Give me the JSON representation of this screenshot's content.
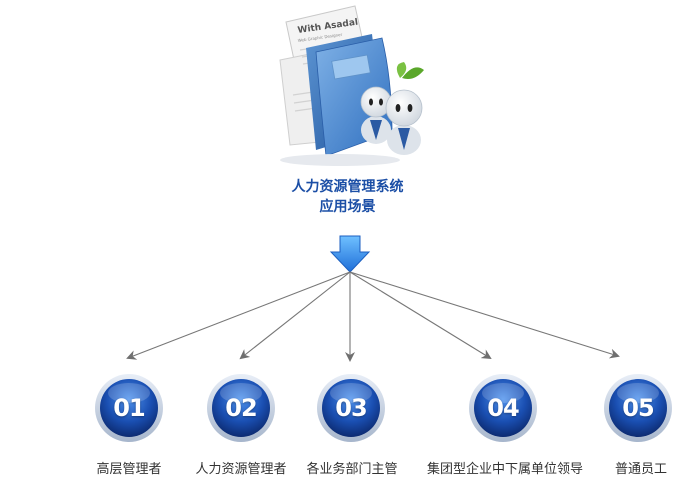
{
  "header": {
    "folder_text_line1": "With Asadal",
    "folder_text_line2": "Web Graphic Designer",
    "title_line1": "人力资源管理系统",
    "title_line2": "应用场景"
  },
  "colors": {
    "title": "#1c4fa6",
    "circle_dark": "#0b2c7a",
    "circle_light": "#3a78d8",
    "arrow_blue": "#2e86e6",
    "connector": "#777777"
  },
  "roles": [
    {
      "number": "01",
      "label": "高层管理者"
    },
    {
      "number": "02",
      "label": "人力资源管理者"
    },
    {
      "number": "03",
      "label": "各业务部门主管"
    },
    {
      "number": "04",
      "label": "集团型企业中下属单位领导"
    },
    {
      "number": "05",
      "label": "普通员工"
    }
  ]
}
